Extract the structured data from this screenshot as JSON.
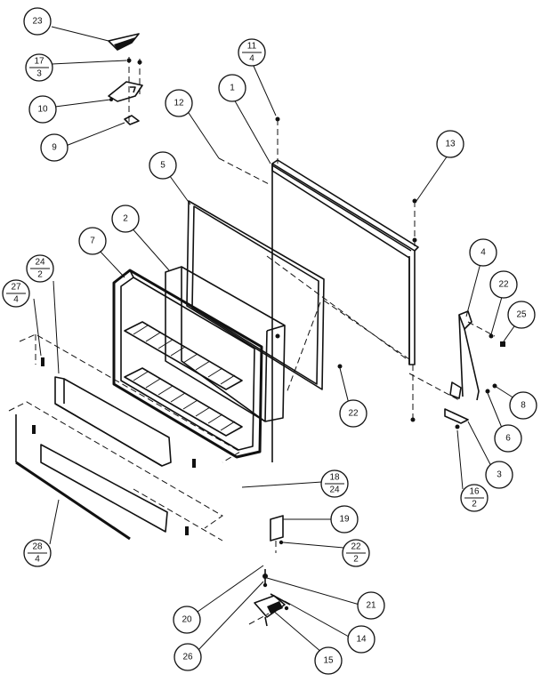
{
  "callouts": [
    {
      "id": "c23",
      "label": "23"
    },
    {
      "id": "c17_3",
      "top": "17",
      "bottom": "3"
    },
    {
      "id": "c10",
      "label": "10"
    },
    {
      "id": "c9",
      "label": "9"
    },
    {
      "id": "c11_4",
      "top": "11",
      "bottom": "4"
    },
    {
      "id": "c1",
      "label": "1"
    },
    {
      "id": "c12",
      "label": "12"
    },
    {
      "id": "c13",
      "label": "13"
    },
    {
      "id": "c5",
      "label": "5"
    },
    {
      "id": "c2",
      "label": "2"
    },
    {
      "id": "c7",
      "label": "7"
    },
    {
      "id": "c4",
      "label": "4"
    },
    {
      "id": "c22a",
      "label": "22"
    },
    {
      "id": "c25a",
      "label": "25"
    },
    {
      "id": "c24_2",
      "top": "24",
      "bottom": "2"
    },
    {
      "id": "c27_4",
      "top": "27",
      "bottom": "4"
    },
    {
      "id": "c8",
      "label": "8"
    },
    {
      "id": "c6",
      "label": "6"
    },
    {
      "id": "c22b",
      "label": "22"
    },
    {
      "id": "c3",
      "label": "3"
    },
    {
      "id": "c16_2",
      "top": "16",
      "bottom": "2"
    },
    {
      "id": "c18_24",
      "top": "18",
      "bottom": "24"
    },
    {
      "id": "c19",
      "label": "19"
    },
    {
      "id": "c22_2",
      "top": "22",
      "bottom": "2"
    },
    {
      "id": "c28_4",
      "top": "28",
      "bottom": "4"
    },
    {
      "id": "c21",
      "label": "21"
    },
    {
      "id": "c20",
      "label": "20"
    },
    {
      "id": "c14",
      "label": "14"
    },
    {
      "id": "c26",
      "label": "26"
    },
    {
      "id": "c15",
      "label": "15"
    }
  ]
}
